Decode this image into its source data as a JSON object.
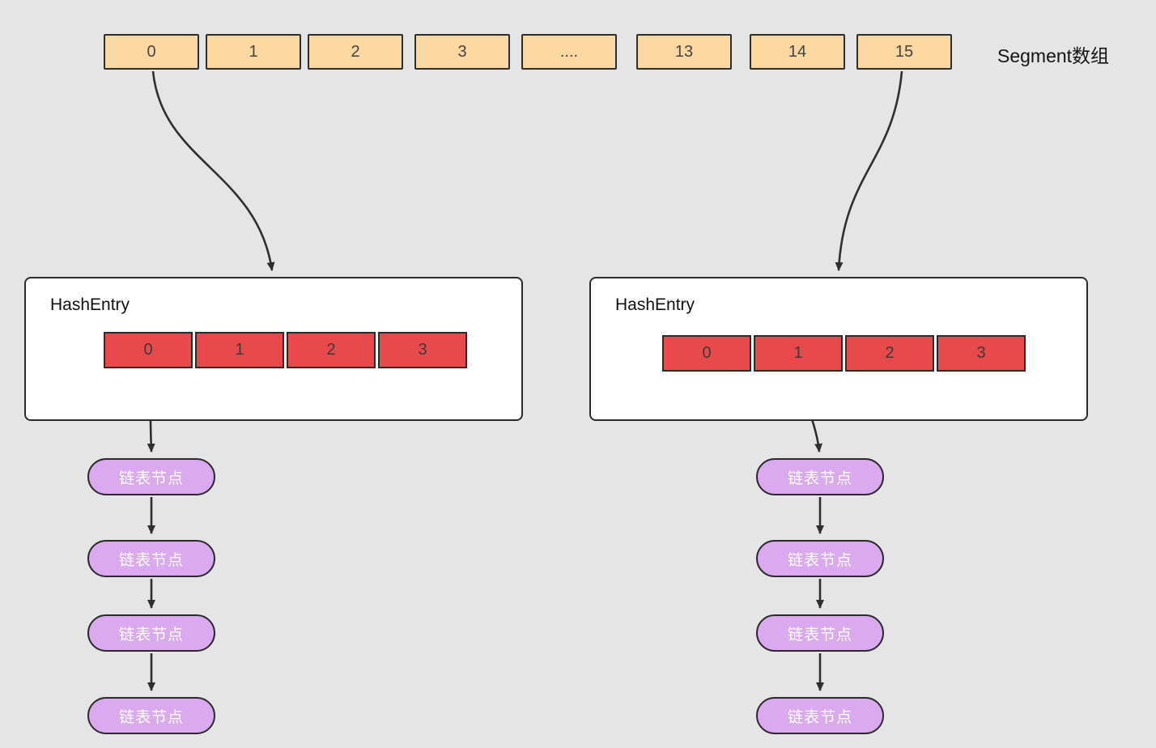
{
  "segment_label": "Segment数组",
  "segment_cells": [
    "0",
    "1",
    "2",
    "3",
    "....",
    "13",
    "14",
    "15"
  ],
  "left_hash_entry": {
    "title": "HashEntry",
    "cells": [
      "0",
      "1",
      "2",
      "3"
    ],
    "nodes": [
      "链表节点",
      "链表节点",
      "链表节点",
      "链表节点"
    ]
  },
  "right_hash_entry": {
    "title": "HashEntry",
    "cells": [
      "0",
      "1",
      "2",
      "3"
    ],
    "nodes": [
      "链表节点",
      "链表节点",
      "链表节点",
      "链表节点"
    ]
  },
  "colors": {
    "background": "#e5e5e5",
    "segment_cell": "#fbd7a2",
    "entry_cell": "#e8494a",
    "node_pill": "#daa9ef",
    "stroke": "#2f2f2f",
    "box_background": "#ffffff"
  }
}
